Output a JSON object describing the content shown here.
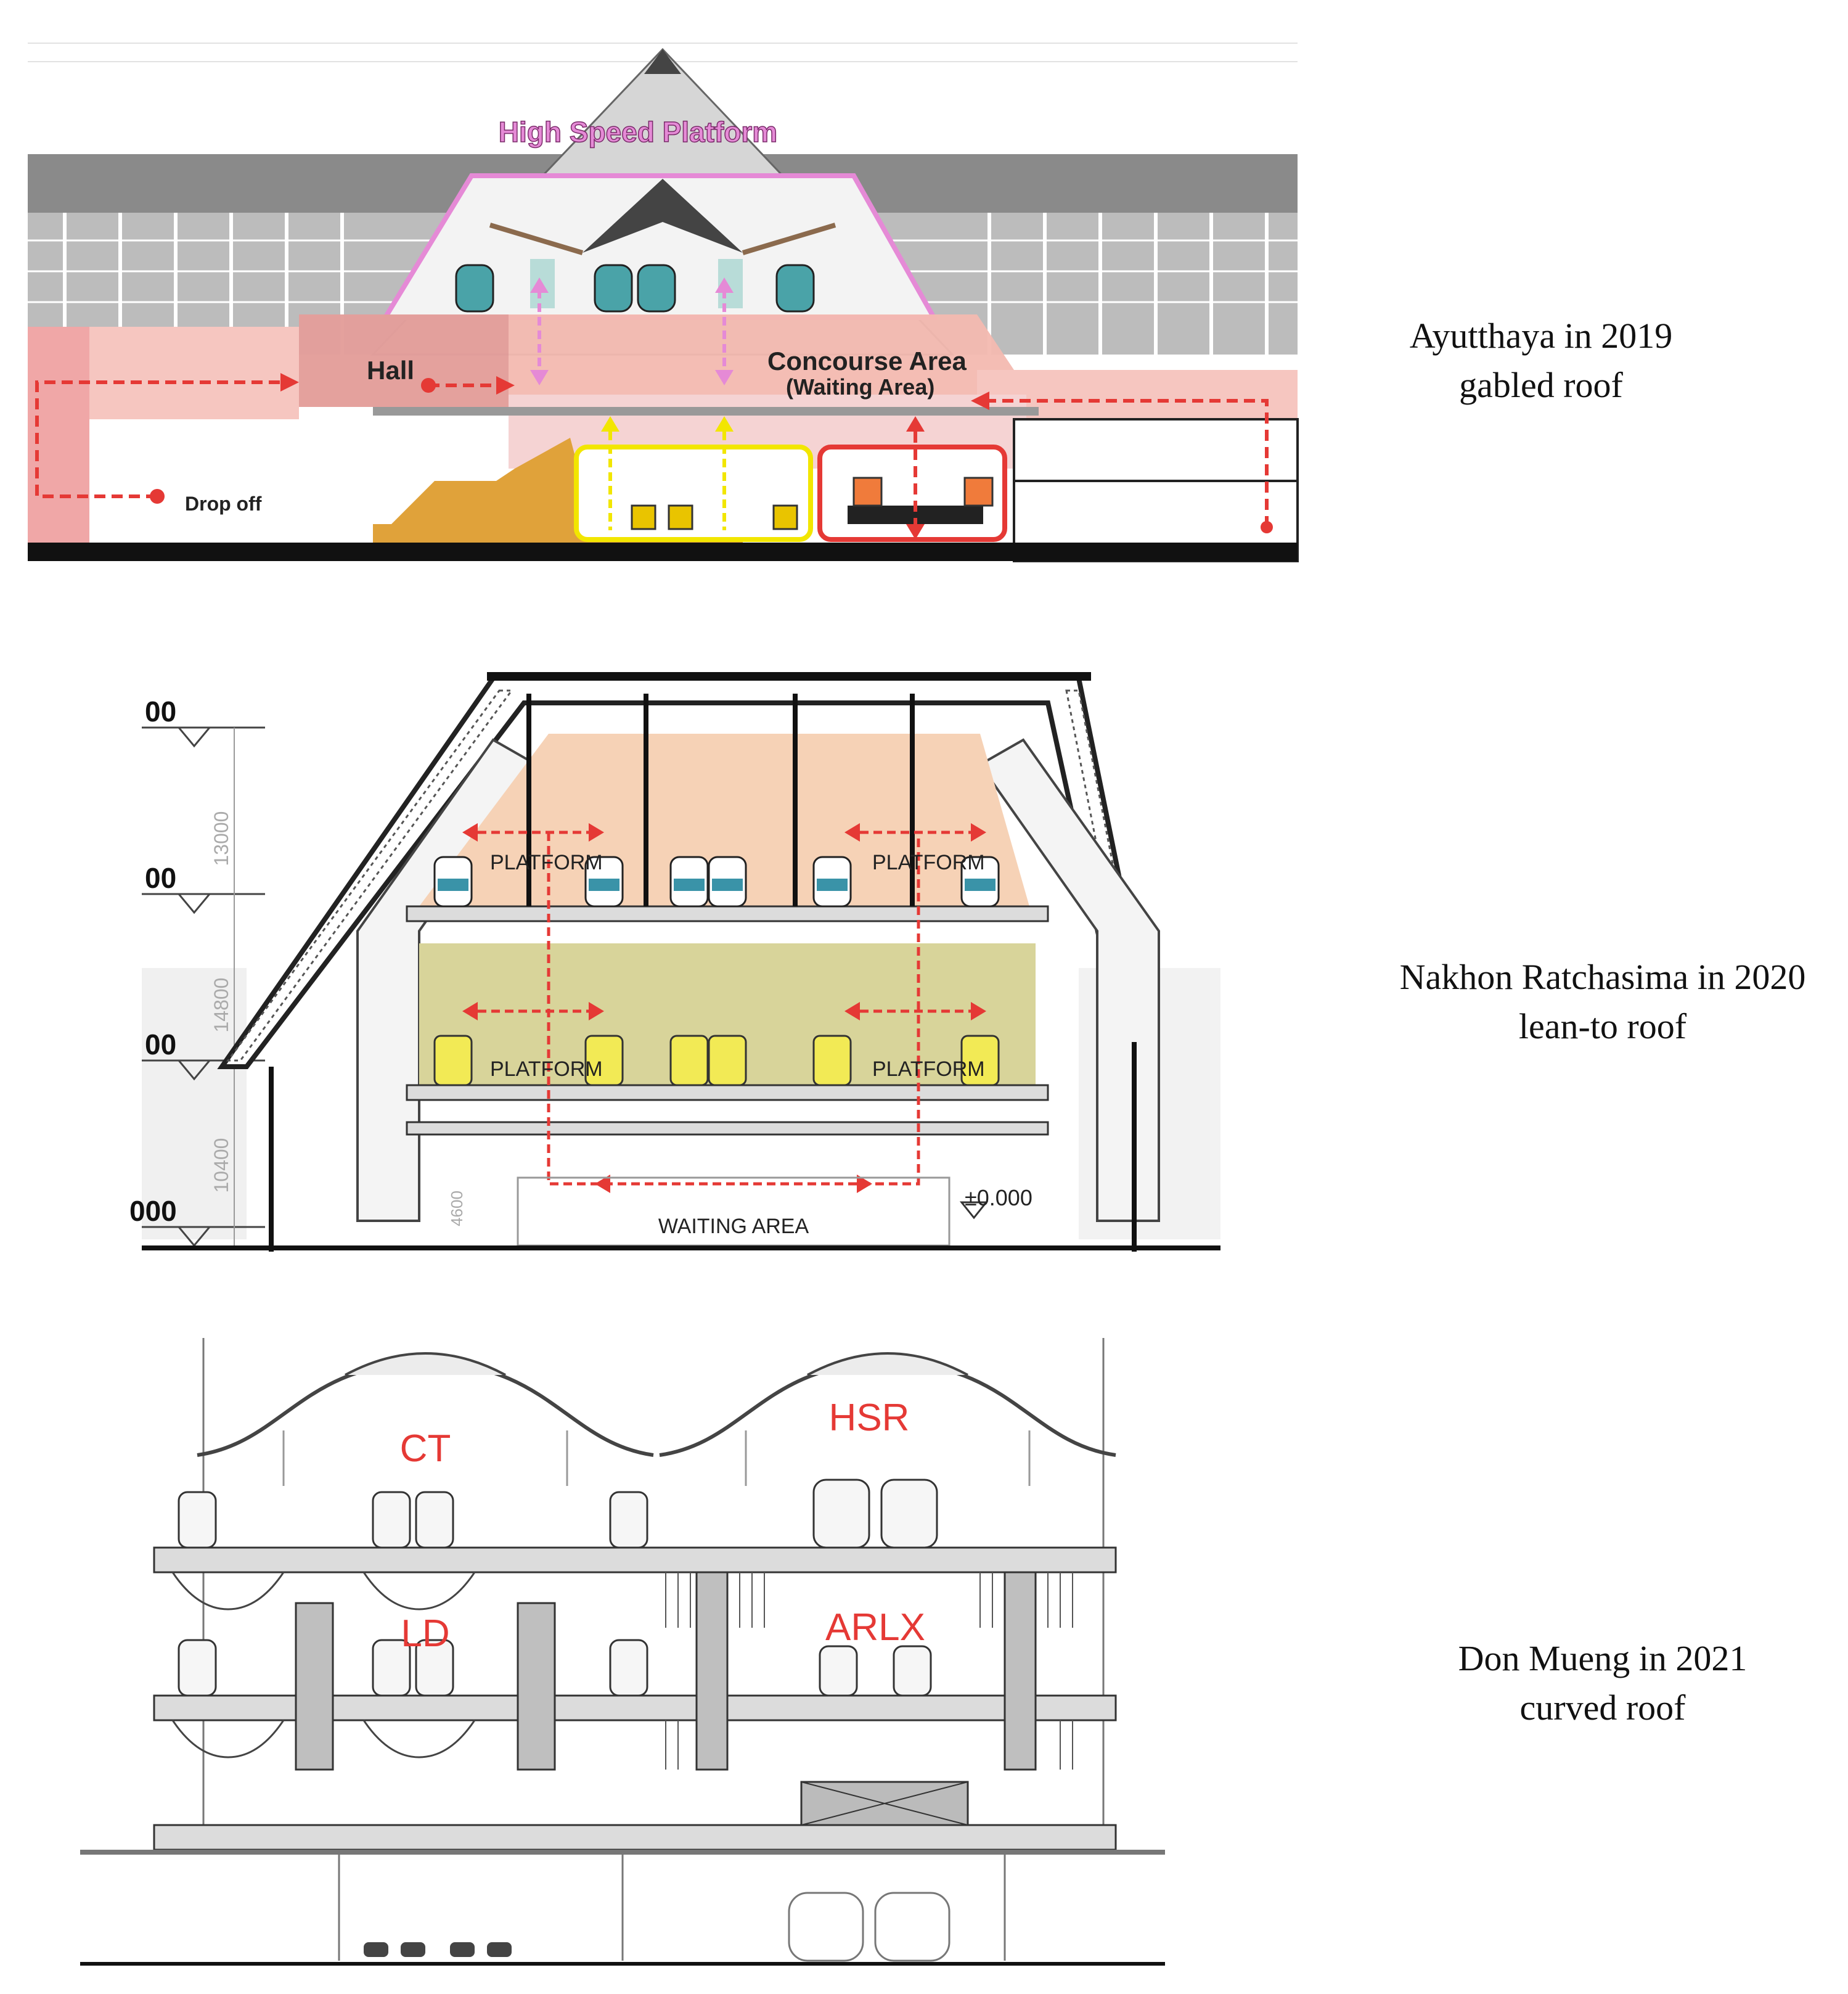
{
  "panels": [
    {
      "name": "ayutthaya",
      "labels": {
        "high_speed": "High Speed Platform",
        "hall": "Hall",
        "concourse": "Concourse Area",
        "waiting": "(Waiting Area)",
        "drop_off": "Drop off"
      },
      "caption": [
        "Ayutthaya in 2019",
        "gabled roof"
      ]
    },
    {
      "name": "nakhon-ratchasima",
      "labels": {
        "platform": "PLATFORM",
        "waiting": "WAITING AREA",
        "level": "±0.000",
        "dim_13000": "13000",
        "dim_14800": "14800",
        "dim_10400": "10400",
        "dim_4600": "4600",
        "lvl_a": "00",
        "lvl_b": "00",
        "lvl_c": "00",
        "lvl_d": "000"
      },
      "caption": [
        "Nakhon Ratchasima in 2020",
        "lean-to roof"
      ]
    },
    {
      "name": "don-mueang",
      "labels": {
        "ct": "CT",
        "hsr": "HSR",
        "ld": "LD",
        "arlx": "ARLX"
      },
      "caption": [
        "Don Mueng in 2021",
        "curved roof"
      ]
    }
  ],
  "colors": {
    "pink": "#e58ad6",
    "red": "#e53935",
    "yellow": "#f2e600",
    "salmon": "#f3b9b0",
    "peach": "#f6d2b6",
    "olive": "#d8d49a"
  }
}
